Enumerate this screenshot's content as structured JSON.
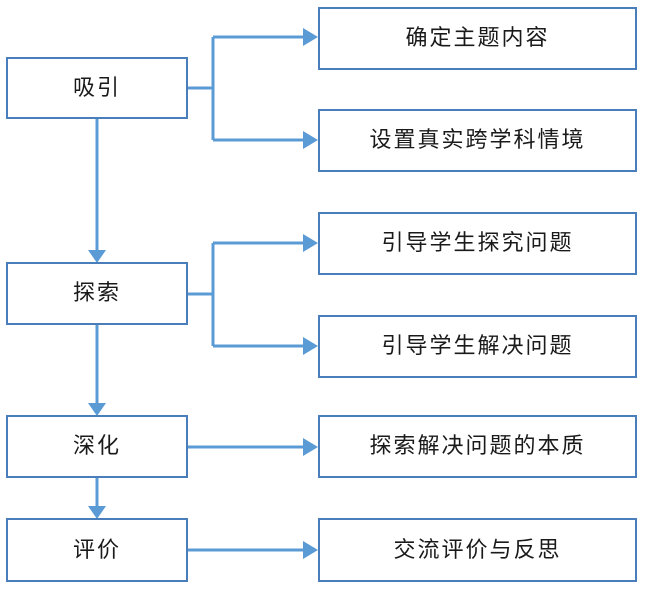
{
  "diagram": {
    "title": "",
    "type": "flowchart",
    "colors": {
      "box_border": "#4A7EBB",
      "connector": "#5B9BD5",
      "box_fill": "#FFFFFF",
      "text": "#1A1A1A"
    },
    "stages": [
      {
        "id": "stage-1",
        "label": "吸引",
        "tasks": [
          "确定主题内容",
          "设置真实跨学科情境"
        ]
      },
      {
        "id": "stage-2",
        "label": "探索",
        "tasks": [
          "引导学生探究问题",
          "引导学生解决问题"
        ]
      },
      {
        "id": "stage-3",
        "label": "深化",
        "tasks": [
          "探索解决问题的本质"
        ]
      },
      {
        "id": "stage-4",
        "label": "评价",
        "tasks": [
          "交流评价与反思"
        ]
      }
    ],
    "tasks_flat": [
      "确定主题内容",
      "设置真实跨学科情境",
      "引导学生探究问题",
      "引导学生解决问题",
      "探索解决问题的本质",
      "交流评价与反思"
    ]
  }
}
